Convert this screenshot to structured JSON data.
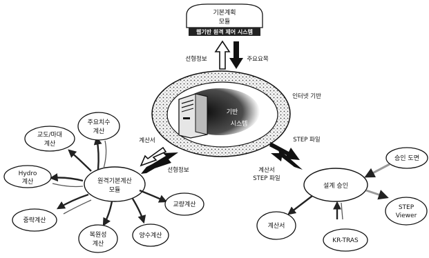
{
  "top_module": {
    "line1": "기본계획",
    "line2": "모듈",
    "header": "웹기반 원격 제어 시스템"
  },
  "server": {
    "label_line1": "기반",
    "label_line2": "시스템",
    "ring_label": "인터넷 기반"
  },
  "edges": {
    "route_info_up": "선형정보",
    "key_result_down": "주요요목",
    "calc_sheet_left": "계산서",
    "route_info_left": "선형정보",
    "step_file_right": "STEP 파일",
    "calc_step_line1": "계산서",
    "calc_step_line2": "STEP 파일"
  },
  "left_hub": {
    "line1": "원격기본계산",
    "line2": "모듈"
  },
  "left_modules": [
    {
      "name": "hydro",
      "line1": "Hydro",
      "line2": "계산"
    },
    {
      "name": "pier",
      "line1": "교도/마대",
      "line2": "계산"
    },
    {
      "name": "main-dim",
      "line1": "주요치수",
      "line2": "계산"
    },
    {
      "name": "bridge",
      "line1": "교량계산",
      "line2": ""
    },
    {
      "name": "pumping",
      "line1": "양수계산",
      "line2": ""
    },
    {
      "name": "restoration",
      "line1": "복원성",
      "line2": "계산"
    },
    {
      "name": "weight",
      "line1": "중략계산",
      "line2": ""
    }
  ],
  "right_hub": {
    "label": "설계 승인"
  },
  "right_modules": [
    {
      "name": "approval-drawing",
      "line1": "승인 도면"
    },
    {
      "name": "step-viewer",
      "line1": "STEP",
      "line2": "Viewer"
    },
    {
      "name": "kr-tras",
      "line1": "KR-TRAS"
    },
    {
      "name": "calc-sheet",
      "line1": "계산서"
    }
  ]
}
